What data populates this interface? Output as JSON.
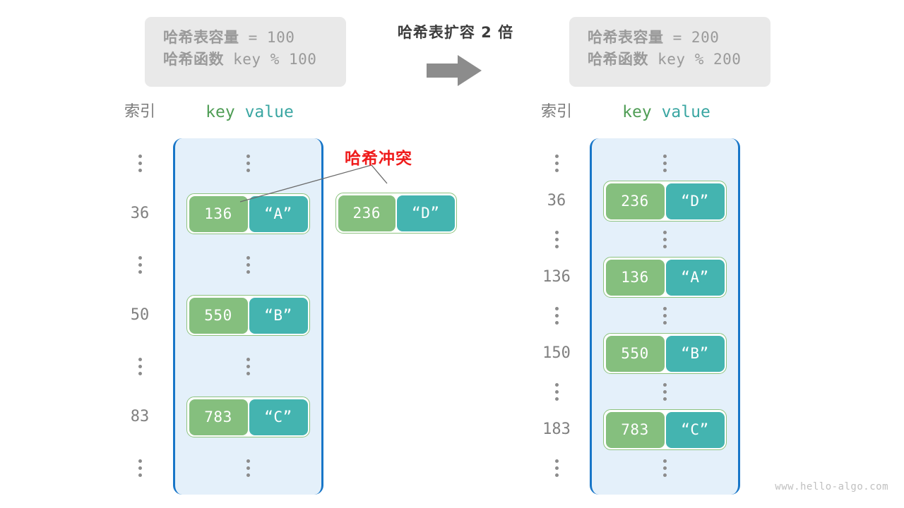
{
  "diagram": {
    "watermark": "www.hello-algo.com",
    "transform": {
      "label": "哈希表扩容 2 倍",
      "arrow_icon": "right-arrow-icon"
    },
    "colors": {
      "bucket_fill": "#e4f0fa",
      "bucket_border": "#1876c8",
      "key_cell": "#85bf7e",
      "value_cell": "#44b4b0",
      "pair_frame": "#8dc37f",
      "info_box": "#e9e9e9",
      "collision_red": "#ef1b1b",
      "index_gray": "#808080"
    }
  },
  "info_left": {
    "capacity_label": "哈希表容量",
    "capacity_value": " = 100",
    "function_label": "哈希函数",
    "function_value": " key % 100"
  },
  "info_right": {
    "capacity_label": "哈希表容量",
    "capacity_value": " = 200",
    "function_label": "哈希函数",
    "function_value": " key % 200"
  },
  "left_table": {
    "head_index": "索引",
    "head_key": "key",
    "head_value": "value",
    "rows": [
      {
        "type": "dots",
        "index": ""
      },
      {
        "type": "entry",
        "index": "36",
        "key": "136",
        "value": "“A”"
      },
      {
        "type": "dots",
        "index": ""
      },
      {
        "type": "entry",
        "index": "50",
        "key": "550",
        "value": "“B”"
      },
      {
        "type": "dots",
        "index": ""
      },
      {
        "type": "entry",
        "index": "83",
        "key": "783",
        "value": "“C”"
      },
      {
        "type": "dots",
        "index": ""
      }
    ]
  },
  "right_table": {
    "head_index": "索引",
    "head_key": "key",
    "head_value": "value",
    "rows": [
      {
        "type": "dots",
        "index": ""
      },
      {
        "type": "entry",
        "index": "36",
        "key": "236",
        "value": "“D”"
      },
      {
        "type": "dots",
        "index": ""
      },
      {
        "type": "entry",
        "index": "136",
        "key": "136",
        "value": "“A”"
      },
      {
        "type": "dots",
        "index": ""
      },
      {
        "type": "entry",
        "index": "150",
        "key": "550",
        "value": "“B”"
      },
      {
        "type": "dots",
        "index": ""
      },
      {
        "type": "entry",
        "index": "183",
        "key": "783",
        "value": "“C”"
      },
      {
        "type": "dots",
        "index": ""
      }
    ]
  },
  "collision": {
    "label": "哈希冲突",
    "key": "236",
    "value": "“D”"
  }
}
